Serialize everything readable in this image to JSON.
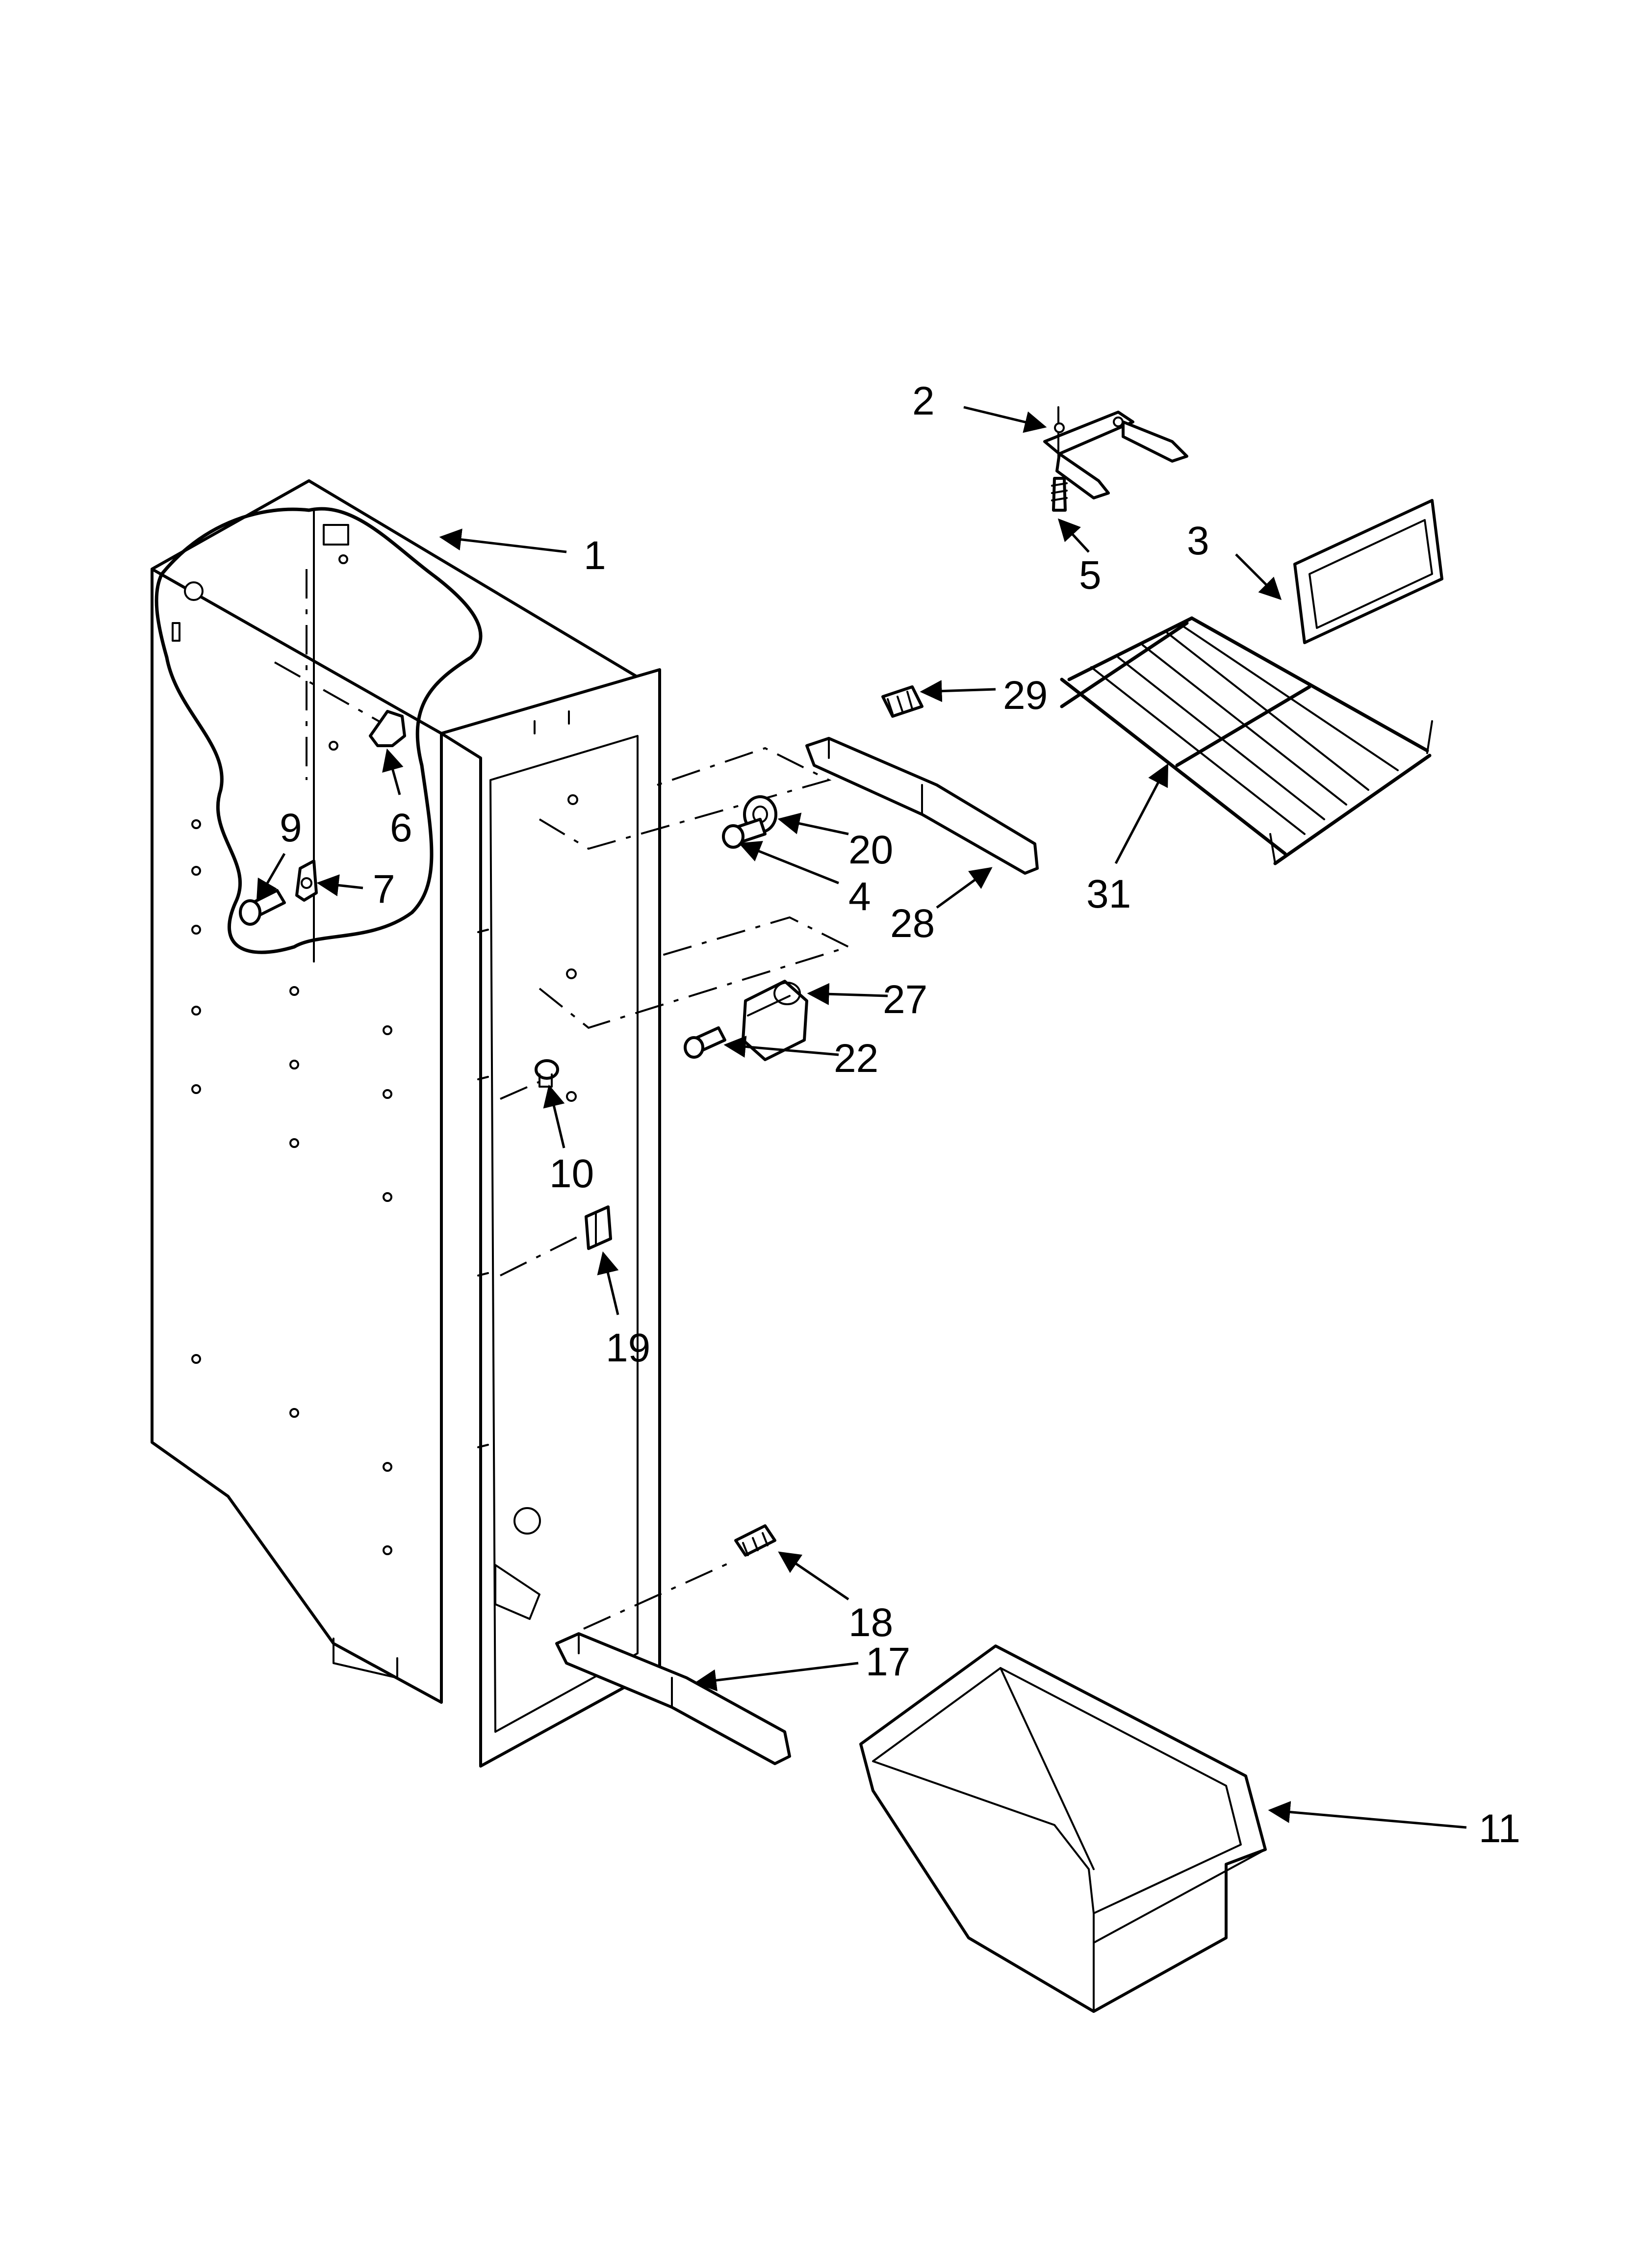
{
  "callouts": [
    {
      "id": "c1",
      "label": "1"
    },
    {
      "id": "c2",
      "label": "2"
    },
    {
      "id": "c3",
      "label": "3"
    },
    {
      "id": "c4",
      "label": "4"
    },
    {
      "id": "c5",
      "label": "5"
    },
    {
      "id": "c6",
      "label": "6"
    },
    {
      "id": "c7",
      "label": "7"
    },
    {
      "id": "c9",
      "label": "9"
    },
    {
      "id": "c10",
      "label": "10"
    },
    {
      "id": "c11",
      "label": "11"
    },
    {
      "id": "c17",
      "label": "17"
    },
    {
      "id": "c18",
      "label": "18"
    },
    {
      "id": "c19",
      "label": "19"
    },
    {
      "id": "c20",
      "label": "20"
    },
    {
      "id": "c22",
      "label": "22"
    },
    {
      "id": "c27",
      "label": "27"
    },
    {
      "id": "c28",
      "label": "28"
    },
    {
      "id": "c29",
      "label": "29"
    },
    {
      "id": "c31",
      "label": "31"
    }
  ]
}
